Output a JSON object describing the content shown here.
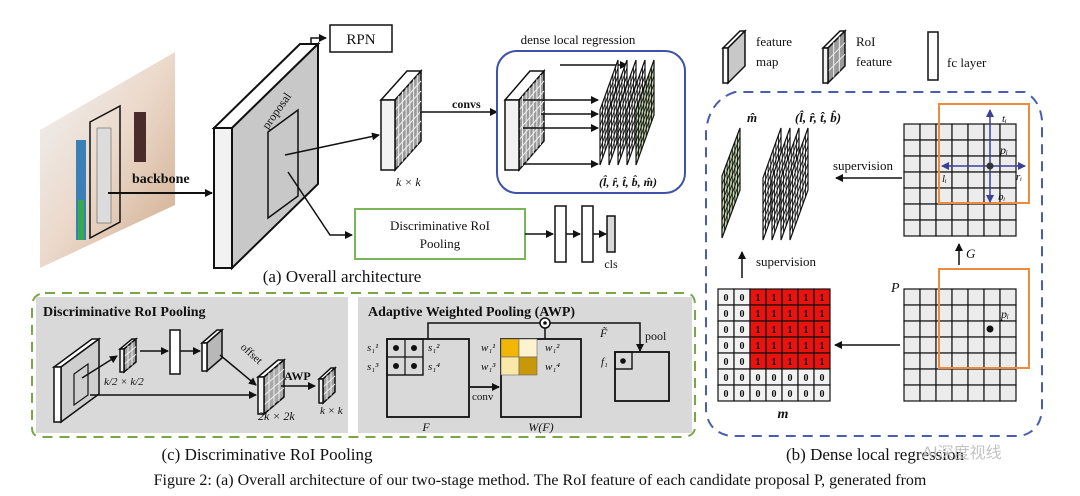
{
  "panel_a": {
    "caption": "(a) Overall architecture",
    "rpn_label": "RPN",
    "backbone_label": "backbone",
    "proposal_label": "proposal",
    "convs_label": "convs",
    "kxk_label": "k × k",
    "dense_title": "dense local regression",
    "dense_output_label": "(l̂, r̂, t̂, b̂, m̂)",
    "drp_box_line1": "Discriminative RoI",
    "drp_box_line2": "Pooling",
    "cls_label": "cls"
  },
  "legend": {
    "feature_map_line1": "feature",
    "feature_map_line2": "map",
    "roi_feature_line1": "RoI",
    "roi_feature_line2": "feature",
    "fc_layer": "fc layer"
  },
  "panel_b": {
    "caption": "(b) Dense local regression",
    "m_hat_label": "m̂",
    "ltrb_hat_label": "(l̂, r̂, t̂, b̂)",
    "supervision_top": "supervision",
    "supervision_left": "supervision",
    "G_label": "G",
    "P_label": "P",
    "pi_label_top": "pᵢ",
    "pi_label_bottom": "pᵢ",
    "t_label": "tᵢ",
    "l_label": "lᵢ",
    "r_label": "rᵢ",
    "b_label": "bᵢ",
    "m_label": "m",
    "mask": [
      [
        0,
        0,
        1,
        1,
        1,
        1,
        1
      ],
      [
        0,
        0,
        1,
        1,
        1,
        1,
        1
      ],
      [
        0,
        0,
        1,
        1,
        1,
        1,
        1
      ],
      [
        0,
        0,
        1,
        1,
        1,
        1,
        1
      ],
      [
        0,
        0,
        1,
        1,
        1,
        1,
        1
      ],
      [
        0,
        0,
        0,
        0,
        0,
        0,
        0
      ],
      [
        0,
        0,
        0,
        0,
        0,
        0,
        0
      ]
    ],
    "mask_fill_color": "#e8120f",
    "orange_box_color": "#f08a3c",
    "arrow_color": "#3a3f9a"
  },
  "panel_c": {
    "caption": "(c) Discriminative RoI Pooling",
    "drp_title": "Discriminative RoI Pooling",
    "k2_label": "k/2 × k/2",
    "offset_label": "offset",
    "awp_label": "AWP",
    "twok_label": "2k × 2k",
    "kxk_label": "k × k",
    "awp_title": "Adaptive Weighted Pooling (AWP)",
    "s1": "s₁¹",
    "s2": "s₁²",
    "s3": "s₁³",
    "s4": "s₁⁴",
    "w1": "w₁¹",
    "w2": "w₁²",
    "w3": "w₁³",
    "w4": "w₁⁴",
    "conv_label": "conv",
    "F_label": "F",
    "WF_label": "W(F)",
    "F_tilde_label": "F̃",
    "pool_label": "pool",
    "f1_label": "f₁",
    "weight_colors": [
      "#f2b705",
      "#fdf3cf",
      "#fbe7a8",
      "#c9970a"
    ]
  },
  "figure_caption": "Figure 2: (a) Overall architecture of our two-stage method. The RoI feature of each candidate proposal P, generated from",
  "watermark": "AI深度视线"
}
